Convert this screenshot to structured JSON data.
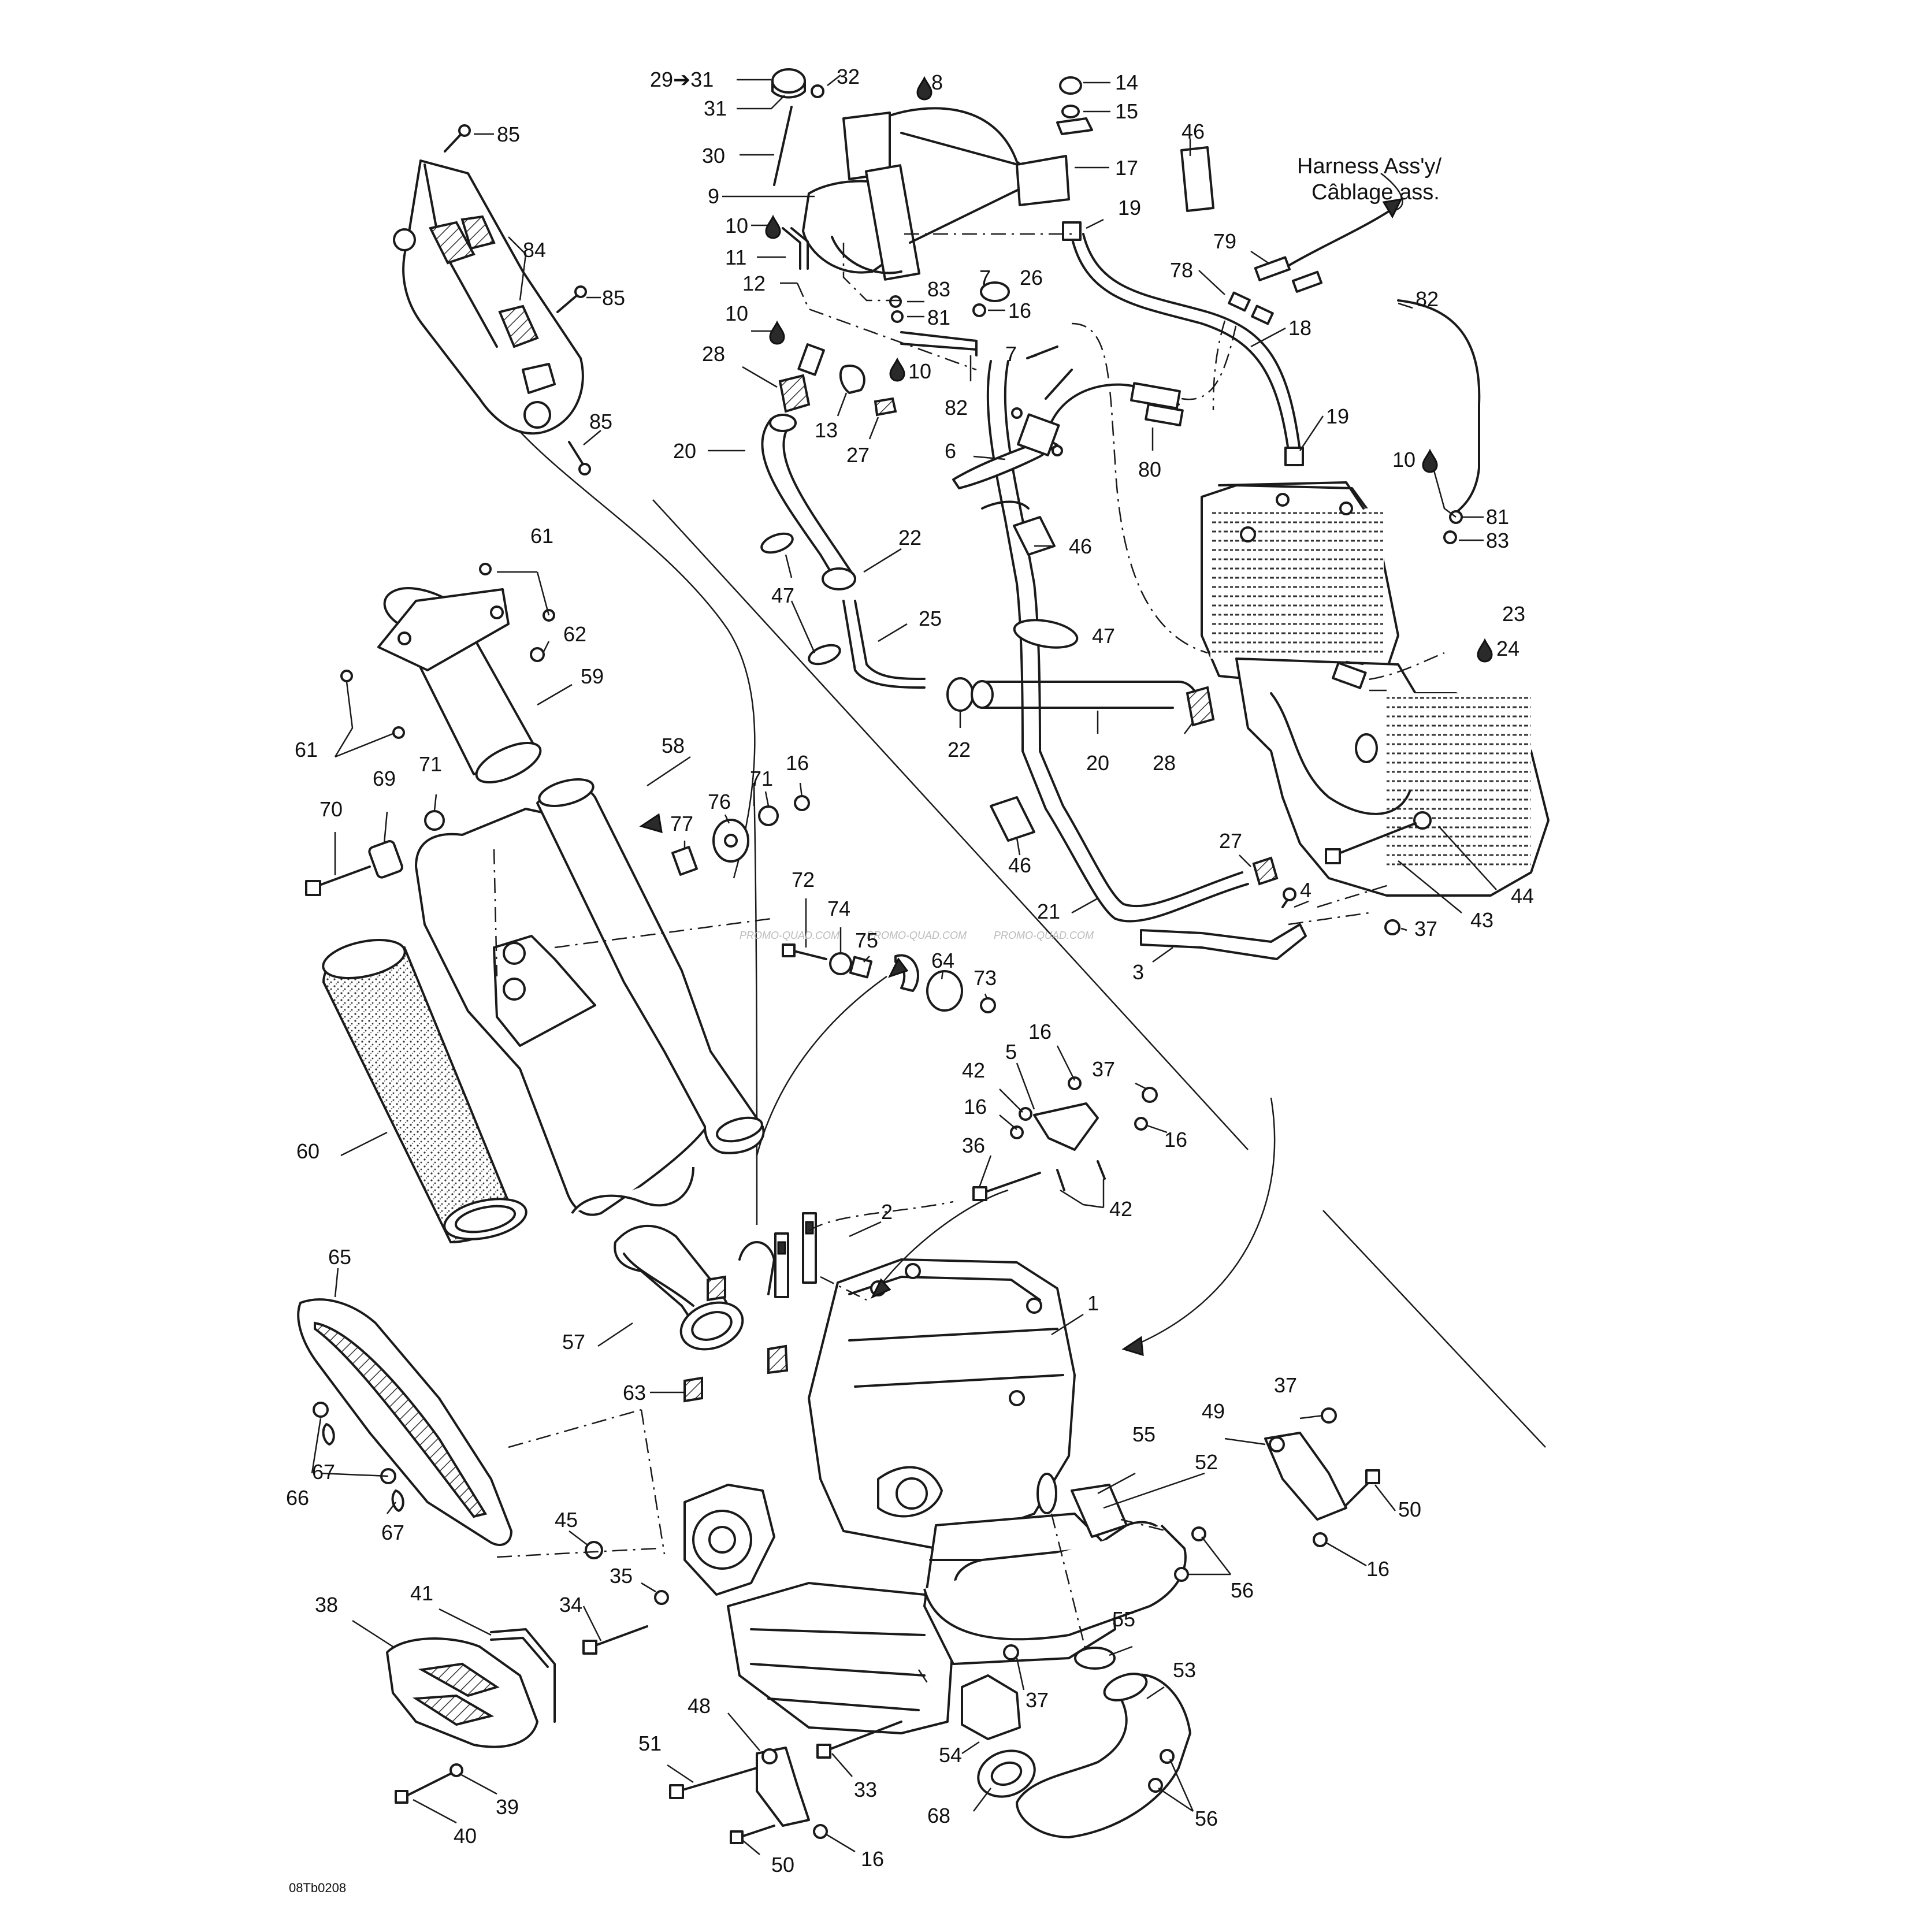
{
  "diagram": {
    "harness_note_line1": "Harness Ass'y/",
    "harness_note_line2": "Câblage ass.",
    "figure_code": "08Tb0208",
    "watermark": "PROMO-QUAD.COM",
    "callouts": [
      {
        "id": "c29",
        "label": "29➔31"
      },
      {
        "id": "c31",
        "label": "31"
      },
      {
        "id": "c32",
        "label": "32"
      },
      {
        "id": "c8",
        "label": "8"
      },
      {
        "id": "c14",
        "label": "14"
      },
      {
        "id": "c15",
        "label": "15"
      },
      {
        "id": "c30",
        "label": "30"
      },
      {
        "id": "c9",
        "label": "9"
      },
      {
        "id": "c17",
        "label": "17"
      },
      {
        "id": "c46a",
        "label": "46"
      },
      {
        "id": "c10a",
        "label": "10"
      },
      {
        "id": "c19a",
        "label": "19"
      },
      {
        "id": "c11",
        "label": "11"
      },
      {
        "id": "c12",
        "label": "12"
      },
      {
        "id": "c7a",
        "label": "7"
      },
      {
        "id": "c26",
        "label": "26"
      },
      {
        "id": "c83a",
        "label": "83"
      },
      {
        "id": "c16a",
        "label": "16"
      },
      {
        "id": "c10b",
        "label": "10"
      },
      {
        "id": "c81a",
        "label": "81"
      },
      {
        "id": "c28a",
        "label": "28"
      },
      {
        "id": "c10c",
        "label": "10"
      },
      {
        "id": "c82a",
        "label": "82"
      },
      {
        "id": "c13",
        "label": "13"
      },
      {
        "id": "c27a",
        "label": "27"
      },
      {
        "id": "c7b",
        "label": "7"
      },
      {
        "id": "c20a",
        "label": "20"
      },
      {
        "id": "c6",
        "label": "6"
      },
      {
        "id": "c79",
        "label": "79"
      },
      {
        "id": "c78",
        "label": "78"
      },
      {
        "id": "c18",
        "label": "18"
      },
      {
        "id": "c82b",
        "label": "82"
      },
      {
        "id": "c80",
        "label": "80"
      },
      {
        "id": "c19b",
        "label": "19"
      },
      {
        "id": "c10d",
        "label": "10"
      },
      {
        "id": "c81b",
        "label": "81"
      },
      {
        "id": "c83b",
        "label": "83"
      },
      {
        "id": "c85a",
        "label": "85"
      },
      {
        "id": "c84",
        "label": "84"
      },
      {
        "id": "c85b",
        "label": "85"
      },
      {
        "id": "c85c",
        "label": "85"
      },
      {
        "id": "c22a",
        "label": "22"
      },
      {
        "id": "c46b",
        "label": "46"
      },
      {
        "id": "c47a",
        "label": "47"
      },
      {
        "id": "c25",
        "label": "25"
      },
      {
        "id": "c47b",
        "label": "47"
      },
      {
        "id": "c23",
        "label": "23"
      },
      {
        "id": "c24",
        "label": "24"
      },
      {
        "id": "c22b",
        "label": "22"
      },
      {
        "id": "c20b",
        "label": "20"
      },
      {
        "id": "c28b",
        "label": "28"
      },
      {
        "id": "c61a",
        "label": "61"
      },
      {
        "id": "c62",
        "label": "62"
      },
      {
        "id": "c59",
        "label": "59"
      },
      {
        "id": "c61b",
        "label": "61"
      },
      {
        "id": "c58",
        "label": "58"
      },
      {
        "id": "c16b",
        "label": "16"
      },
      {
        "id": "c71a",
        "label": "71"
      },
      {
        "id": "c76",
        "label": "76"
      },
      {
        "id": "c77",
        "label": "77"
      },
      {
        "id": "c70",
        "label": "70"
      },
      {
        "id": "c69",
        "label": "69"
      },
      {
        "id": "c71b",
        "label": "71"
      },
      {
        "id": "c46c",
        "label": "46"
      },
      {
        "id": "c27b",
        "label": "27"
      },
      {
        "id": "c4",
        "label": "4"
      },
      {
        "id": "c44",
        "label": "44"
      },
      {
        "id": "c43",
        "label": "43"
      },
      {
        "id": "c37a",
        "label": "37"
      },
      {
        "id": "c21",
        "label": "21"
      },
      {
        "id": "c3",
        "label": "3"
      },
      {
        "id": "c72",
        "label": "72"
      },
      {
        "id": "c74",
        "label": "74"
      },
      {
        "id": "c75",
        "label": "75"
      },
      {
        "id": "c64",
        "label": "64"
      },
      {
        "id": "c73",
        "label": "73"
      },
      {
        "id": "c16c",
        "label": "16"
      },
      {
        "id": "c5",
        "label": "5"
      },
      {
        "id": "c37b",
        "label": "37"
      },
      {
        "id": "c42a",
        "label": "42"
      },
      {
        "id": "c16d",
        "label": "16"
      },
      {
        "id": "c16e",
        "label": "16"
      },
      {
        "id": "c36",
        "label": "36"
      },
      {
        "id": "c42b",
        "label": "42"
      },
      {
        "id": "c60",
        "label": "60"
      },
      {
        "id": "c2",
        "label": "2"
      },
      {
        "id": "c1",
        "label": "1"
      },
      {
        "id": "c65",
        "label": "65"
      },
      {
        "id": "c57",
        "label": "57"
      },
      {
        "id": "c63",
        "label": "63"
      },
      {
        "id": "c37c",
        "label": "37"
      },
      {
        "id": "c49",
        "label": "49"
      },
      {
        "id": "c67a",
        "label": "67"
      },
      {
        "id": "c66",
        "label": "66"
      },
      {
        "id": "c67b",
        "label": "67"
      },
      {
        "id": "c55a",
        "label": "55"
      },
      {
        "id": "c52",
        "label": "52"
      },
      {
        "id": "c50a",
        "label": "50"
      },
      {
        "id": "c45",
        "label": "45"
      },
      {
        "id": "c35",
        "label": "35"
      },
      {
        "id": "c56a",
        "label": "56"
      },
      {
        "id": "c16f",
        "label": "16"
      },
      {
        "id": "c38",
        "label": "38"
      },
      {
        "id": "c41",
        "label": "41"
      },
      {
        "id": "c34",
        "label": "34"
      },
      {
        "id": "c55b",
        "label": "55"
      },
      {
        "id": "c53",
        "label": "53"
      },
      {
        "id": "c37d",
        "label": "37"
      },
      {
        "id": "c48",
        "label": "48"
      },
      {
        "id": "c51",
        "label": "51"
      },
      {
        "id": "c33",
        "label": "33"
      },
      {
        "id": "c54",
        "label": "54"
      },
      {
        "id": "c68",
        "label": "68"
      },
      {
        "id": "c56b",
        "label": "56"
      },
      {
        "id": "c39",
        "label": "39"
      },
      {
        "id": "c40",
        "label": "40"
      },
      {
        "id": "c50b",
        "label": "50"
      },
      {
        "id": "c16g",
        "label": "16"
      }
    ]
  }
}
